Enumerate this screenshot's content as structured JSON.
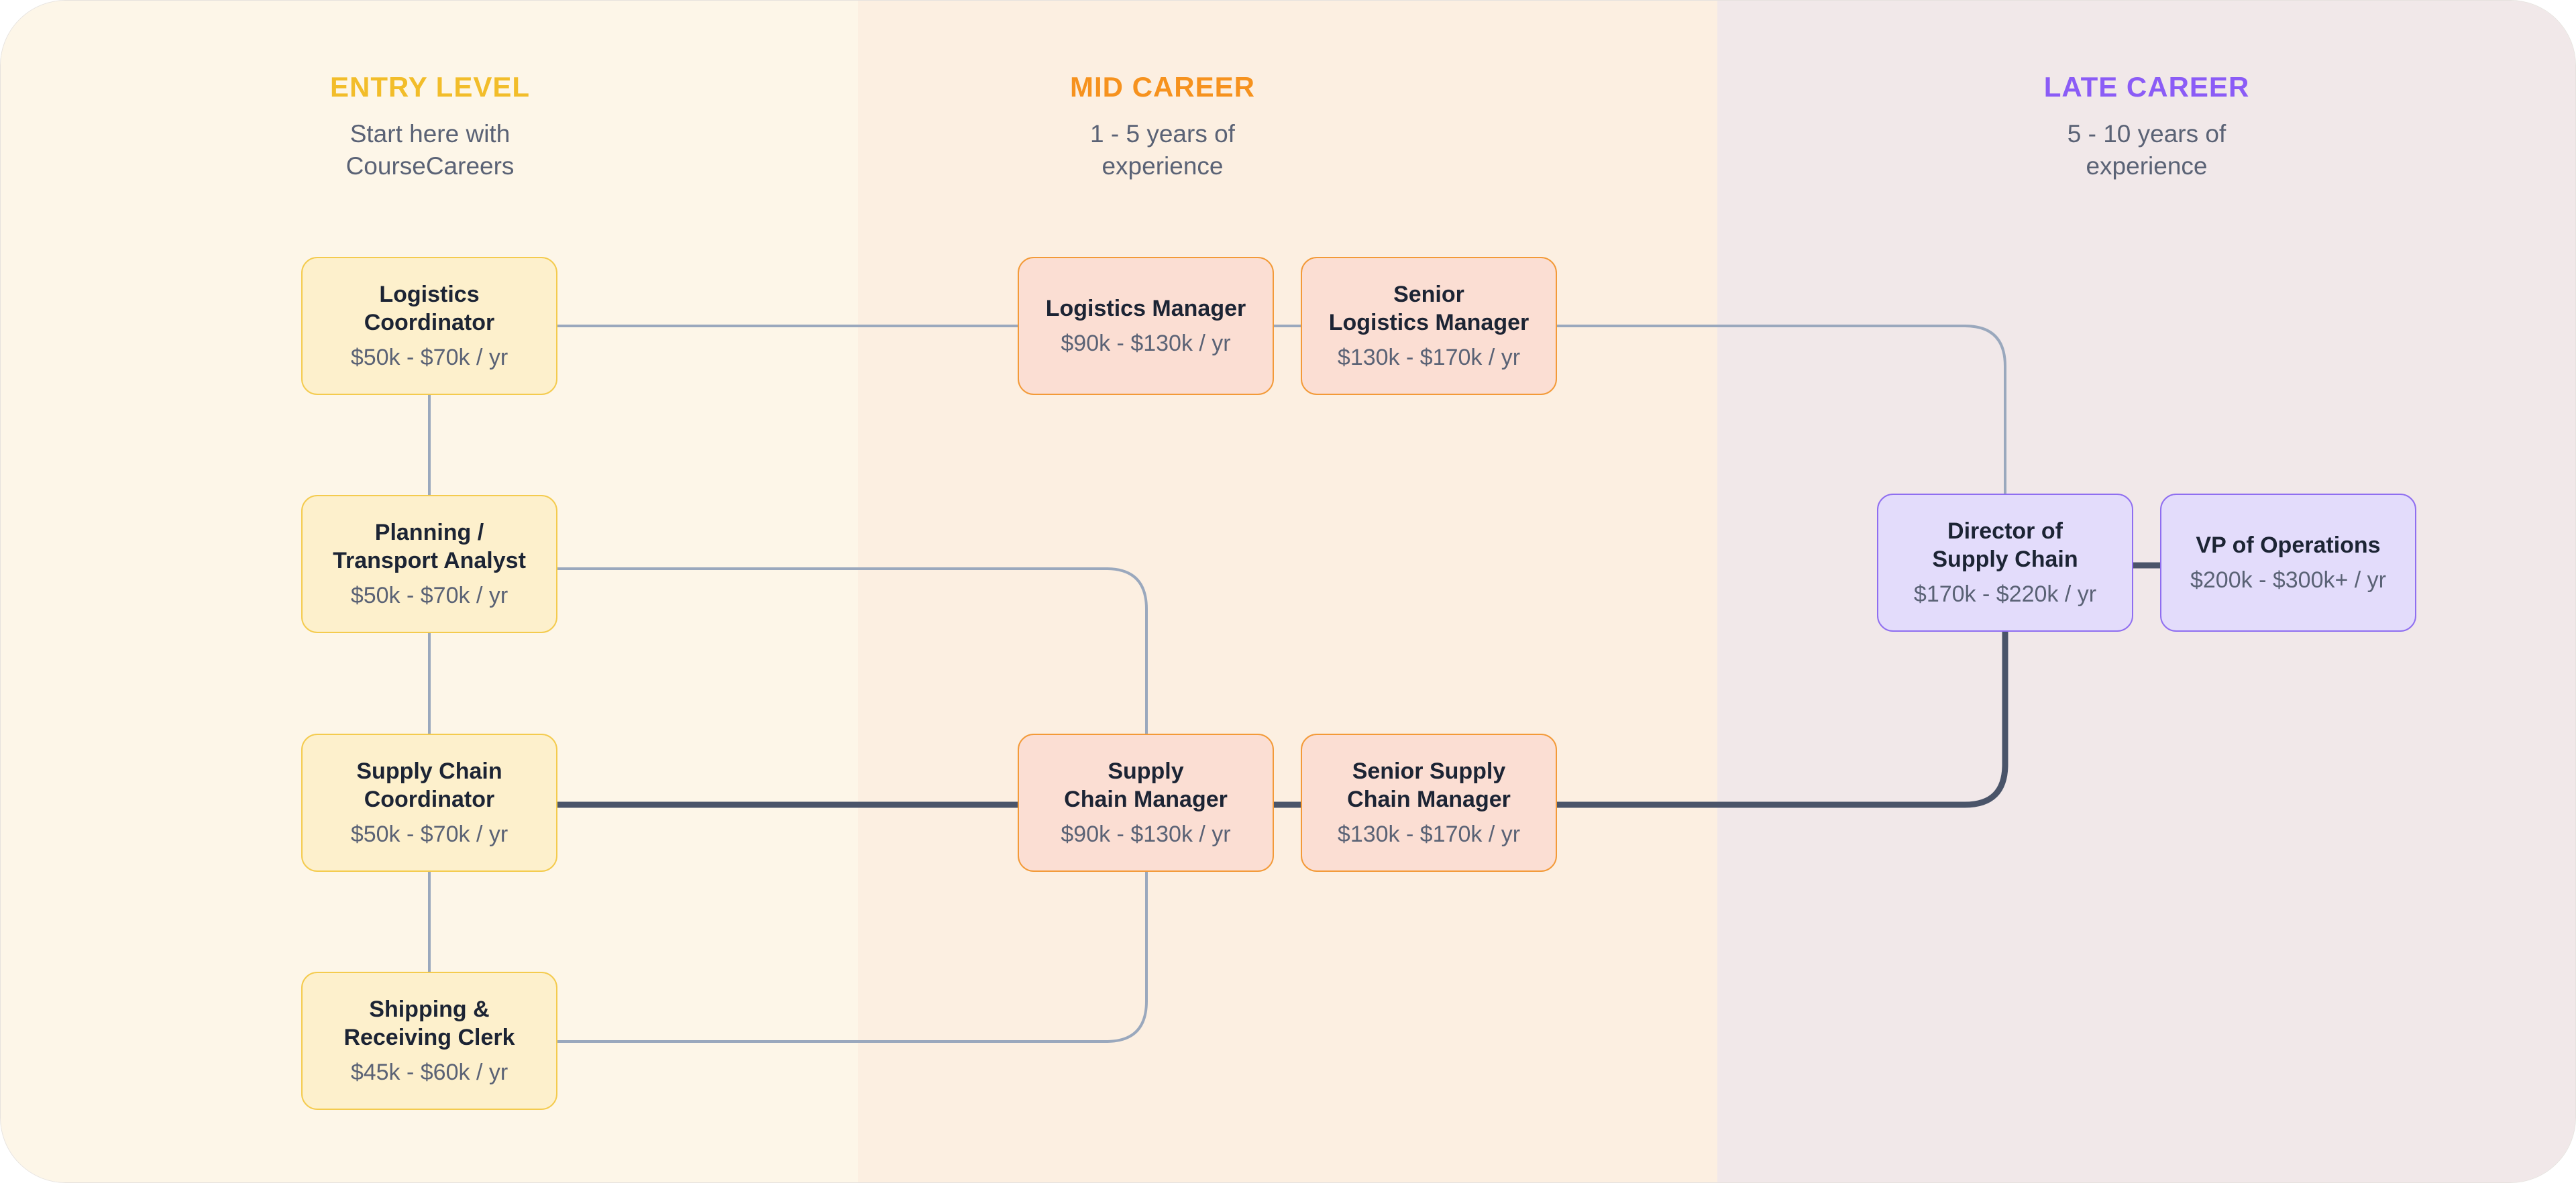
{
  "columns": {
    "entry": {
      "title": "ENTRY LEVEL",
      "subtitle": "Start here with\nCourseCareers",
      "color": "#f2bd2a"
    },
    "mid": {
      "title": "MID CAREER",
      "subtitle": "1 - 5 years of\nexperience",
      "color": "#f6921e"
    },
    "late": {
      "title": "LATE CAREER",
      "subtitle": "5 - 10 years of\nexperience",
      "color": "#8b5cf6"
    }
  },
  "nodes": {
    "logistics_coordinator": {
      "title": "Logistics\nCoordinator",
      "salary": "$50k - $70k / yr"
    },
    "planning_transport_analyst": {
      "title": "Planning /\nTransport Analyst",
      "salary": "$50k - $70k / yr"
    },
    "supply_chain_coordinator": {
      "title": "Supply Chain\nCoordinator",
      "salary": "$50k - $70k / yr"
    },
    "shipping_receiving_clerk": {
      "title": "Shipping &\nReceiving Clerk",
      "salary": "$45k - $60k / yr"
    },
    "logistics_manager": {
      "title": "Logistics Manager",
      "salary": "$90k - $130k / yr"
    },
    "senior_logistics_manager": {
      "title": "Senior\nLogistics Manager",
      "salary": "$130k - $170k / yr"
    },
    "supply_chain_manager": {
      "title": "Supply\nChain Manager",
      "salary": "$90k - $130k / yr"
    },
    "senior_supply_chain_manager": {
      "title": "Senior Supply\nChain Manager",
      "salary": "$130k - $170k / yr"
    },
    "director_of_supply_chain": {
      "title": "Director of\nSupply Chain",
      "salary": "$170k - $220k / yr"
    },
    "vp_of_operations": {
      "title": "VP of Operations",
      "salary": "$200k - $300k+ / yr"
    }
  },
  "connections": [
    {
      "from": "logistics_coordinator",
      "to": "logistics_manager",
      "style": "thin"
    },
    {
      "from": "logistics_manager",
      "to": "senior_logistics_manager",
      "style": "thin"
    },
    {
      "from": "senior_logistics_manager",
      "to": "director_of_supply_chain",
      "style": "thin"
    },
    {
      "from": "logistics_coordinator",
      "to": "planning_transport_analyst",
      "style": "thin"
    },
    {
      "from": "planning_transport_analyst",
      "to": "supply_chain_coordinator",
      "style": "thin"
    },
    {
      "from": "supply_chain_coordinator",
      "to": "shipping_receiving_clerk",
      "style": "thin"
    },
    {
      "from": "planning_transport_analyst",
      "to": "supply_chain_manager",
      "style": "thin"
    },
    {
      "from": "shipping_receiving_clerk",
      "to": "supply_chain_manager",
      "style": "thin"
    },
    {
      "from": "supply_chain_coordinator",
      "to": "supply_chain_manager",
      "style": "thick"
    },
    {
      "from": "supply_chain_manager",
      "to": "senior_supply_chain_manager",
      "style": "thick"
    },
    {
      "from": "senior_supply_chain_manager",
      "to": "director_of_supply_chain",
      "style": "thick"
    },
    {
      "from": "director_of_supply_chain",
      "to": "vp_of_operations",
      "style": "thick"
    }
  ],
  "colors": {
    "thin_connector": "#9aa8bd",
    "thick_connector": "#4a5469"
  }
}
